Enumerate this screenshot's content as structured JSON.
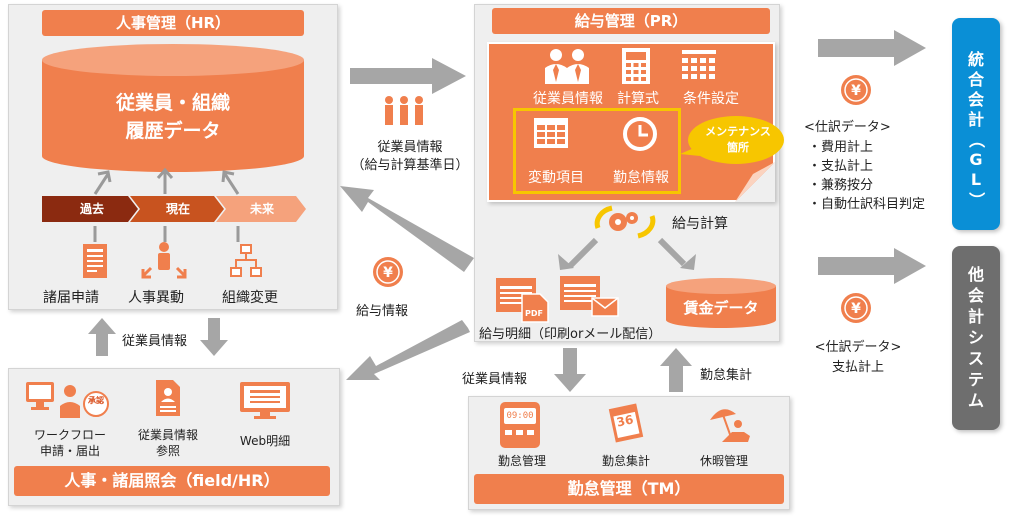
{
  "hr": {
    "title": "人事管理（HR）",
    "db_line1": "従業員・組織",
    "db_line2": "履歴データ",
    "timeline": [
      "過去",
      "現在",
      "未来"
    ],
    "items": [
      "諸届申請",
      "人事異動",
      "組織変更"
    ]
  },
  "pr": {
    "title": "給与管理（PR）",
    "top_items": [
      "従業員情報",
      "計算式",
      "条件設定"
    ],
    "maint_items": [
      "変動項目",
      "勤怠情報"
    ],
    "maint_callout_line1": "メンテナンス",
    "maint_callout_line2": "箇所",
    "calc_label": "給与計算",
    "payslip_label": "給与明細（印刷orメール配信）",
    "wage_db": "賃金データ"
  },
  "flows": {
    "hr_to_pr_line1": "従業員情報",
    "hr_to_pr_line2": "（給与計算基準日）",
    "pr_to_hr": "給与情報",
    "hr_field_exchange": "従業員情報",
    "pr_to_tm": "従業員情報",
    "tm_to_pr": "勤怠集計",
    "gl_note_title": "<仕訳データ>",
    "gl_note_items": [
      "・費用計上",
      "・支払計上",
      "・兼務按分",
      "・自動仕訳科目判定"
    ],
    "other_note_title": "<仕訳データ>",
    "other_note_item": "支払計上"
  },
  "gl": {
    "title_chars": [
      "統",
      "合",
      "会",
      "計",
      "（",
      "G",
      "L",
      "）"
    ]
  },
  "other": {
    "title_chars": [
      "他",
      "会",
      "計",
      "シ",
      "ス",
      "テ",
      "ム"
    ]
  },
  "field": {
    "title": "人事・諸届照会（field/HR）",
    "item1_line1": "ワークフロー",
    "item1_line2": "申請・届出",
    "item1_badge": "承認",
    "item2_line1": "従業員情報",
    "item2_line2": "参照",
    "item3": "Web明細"
  },
  "tm": {
    "title": "勤怠管理（TM）",
    "items": [
      "勤怠管理",
      "勤怠集計",
      "休暇管理"
    ],
    "clock_display": "09:00",
    "calendar_number": "36"
  },
  "colors": {
    "orange": "#f07f4d",
    "orange_dark": "#e2622a",
    "gray_arrow": "#a6a6a6",
    "gl_blue": "#0a8fd6",
    "other_gray": "#6e6e6e",
    "callout_yellow": "#f7c600",
    "timeline_dark": "#8b2a10"
  }
}
